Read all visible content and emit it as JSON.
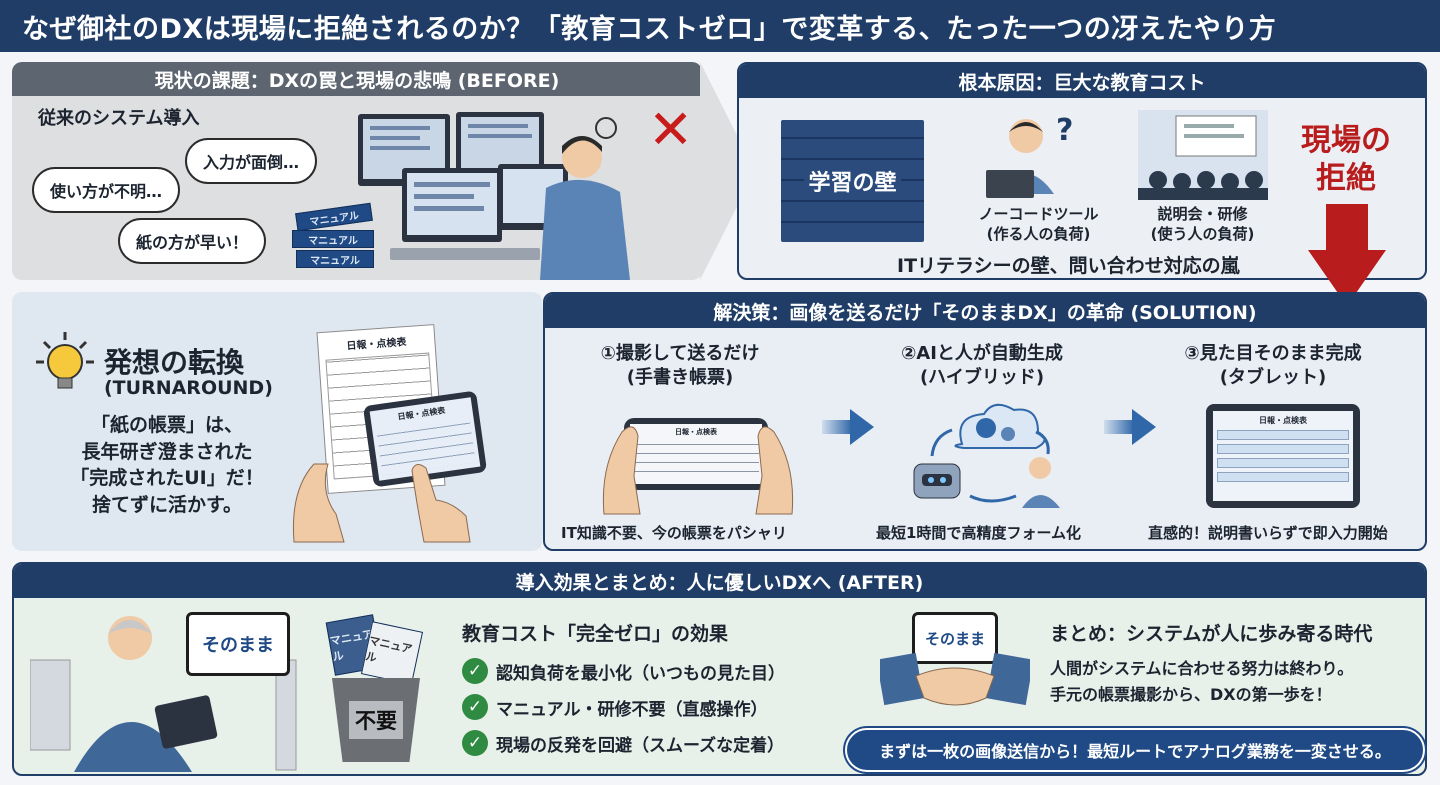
{
  "title": "なぜ御社のDXは現場に拒絶されるのか？「教育コストゼロ」で変革する、たった一つの冴えたやり方",
  "before": {
    "heading": "現状の課題：DXの罠と現場の悲鳴 (BEFORE)",
    "subtitle": "従来のシステム導入",
    "bubbles": [
      "入力が面倒…",
      "使い方が不明…",
      "紙の方が早い！"
    ],
    "manual_label": "マニュアル"
  },
  "cause": {
    "heading": "根本原因：巨大な教育コスト",
    "wall_label": "学習の壁",
    "nocode_caption_1": "ノーコードツール",
    "nocode_caption_2": "(作る人の負荷)",
    "training_caption_1": "説明会・研修",
    "training_caption_2": "(使う人の負荷)",
    "bottom": "ITリテラシーの壁、問い合わせ対応の嵐",
    "reject_1": "現場の",
    "reject_2": "拒絶"
  },
  "turnaround": {
    "title": "発想の転換",
    "subtitle": "(TURNAROUND)",
    "text_1": "「紙の帳票」は、",
    "text_2": "長年研ぎ澄まされた",
    "text_3": "「完成されたUI」だ！",
    "text_4": "捨てずに活かす。",
    "form_title": "日報・点検表"
  },
  "solution": {
    "heading": "解決策：画像を送るだけ「そのままDX」の革命 (SOLUTION)",
    "steps": [
      {
        "title_1": "①撮影して送るだけ",
        "title_2": "(手書き帳票)",
        "caption": "IT知識不要、今の帳票をパシャリ"
      },
      {
        "title_1": "②AIと人が自動生成",
        "title_2": "(ハイブリッド)",
        "caption": "最短1時間で高精度フォーム化"
      },
      {
        "title_1": "③見た目そのまま完成",
        "title_2": "(タブレット)",
        "caption": "直感的！説明書いらずで即入力開始"
      }
    ]
  },
  "after": {
    "heading": "導入効果とまとめ：人に優しいDXへ (AFTER)",
    "tablet_label": "そのまま",
    "trash_label": "不要",
    "manual_label": "マニュアル",
    "effect_title": "教育コスト「完全ゼロ」の効果",
    "checks": [
      "認知負荷を最小化（いつもの見た目）",
      "マニュアル・研修不要（直感操作）",
      "現場の反発を回避（スムーズな定着）"
    ],
    "summary_title": "まとめ：システムが人に歩み寄る時代",
    "summary_1": "人間がシステムに合わせる努力は終わり。",
    "summary_2": "手元の帳票撮影から、DXの第一歩を！",
    "cta": "まずは一枚の画像送信から！最短ルートでアナログ業務を一変させる。"
  },
  "colors": {
    "navy": "#1f3d66",
    "gray_header": "#5d6570",
    "accent_red": "#b81c1c",
    "check_green": "#2f8a42",
    "arrow_blue": "#2f67a8"
  }
}
